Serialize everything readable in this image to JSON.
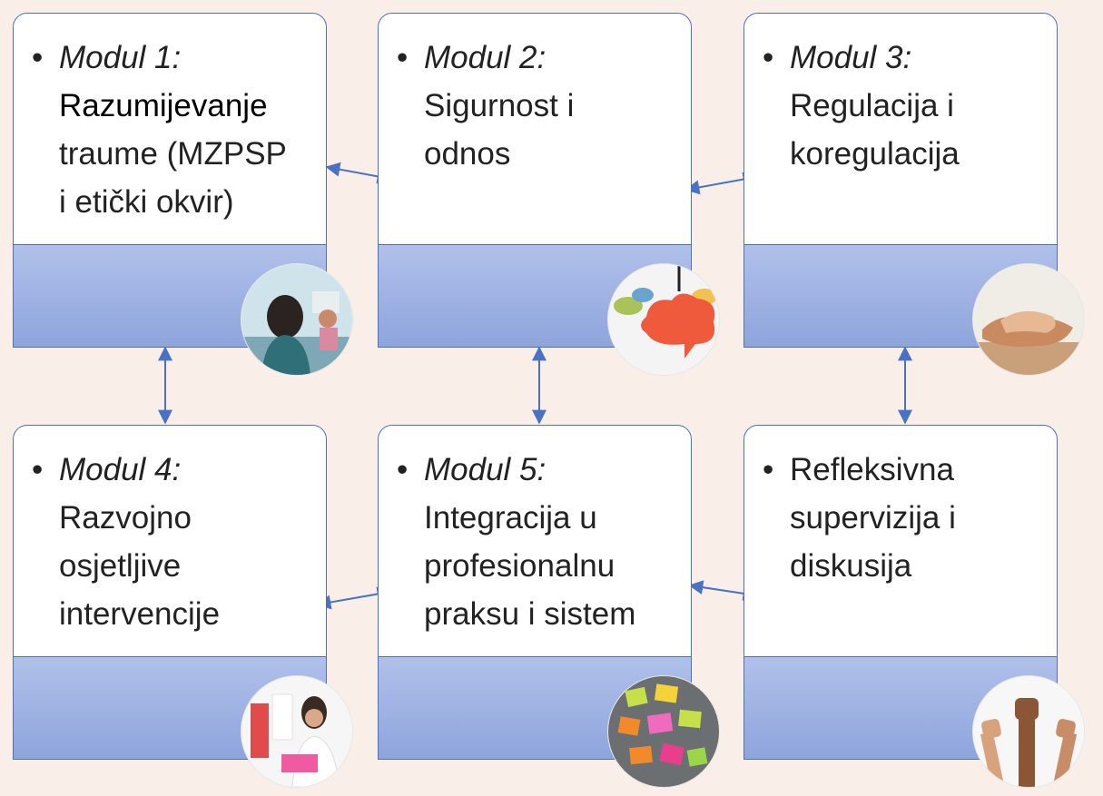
{
  "modules": [
    {
      "title": "Modul 1:",
      "lines": [
        "Razumijevanje",
        "traume (MZPSP",
        "i etički okvir)"
      ],
      "photo": "student-classroom-photo"
    },
    {
      "title": "Modul 2:",
      "lines": [
        "Sigurnost i",
        "odnos"
      ],
      "photo": "speech-bubbles-photo"
    },
    {
      "title": "Modul 3:",
      "lines": [
        "Regulacija i",
        "koregulacija"
      ],
      "photo": "holding-hands-photo"
    },
    {
      "title": "Modul 4:",
      "lines": [
        "Razvojno",
        "osjetljive",
        "intervencije"
      ],
      "photo": "lab-scientist-photo"
    },
    {
      "title": "Modul 5:",
      "lines": [
        "Integracija u",
        "profesionalnu",
        "praksu i sistem"
      ],
      "photo": "sticky-notes-photo"
    },
    {
      "title": "",
      "lines": [
        "Refleksivna",
        "supervizija i",
        "diskusija"
      ],
      "photo": "raised-fists-photo"
    }
  ],
  "bullet": "•"
}
